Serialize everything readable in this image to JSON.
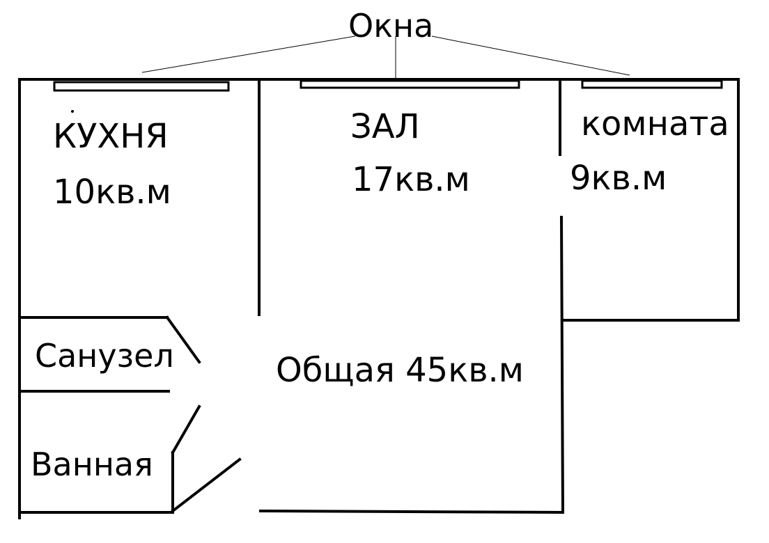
{
  "diagram": {
    "windows_label": "Окна",
    "rooms": {
      "kitchen": {
        "name": "КУХНЯ",
        "area": "10кв.м"
      },
      "hall": {
        "name": "ЗАЛ",
        "area": "17кв.м"
      },
      "room": {
        "name": "комната",
        "area": "9кв.м"
      },
      "wc": {
        "name": "Санузел"
      },
      "bath": {
        "name": "Ванная"
      }
    },
    "total_area": "Общая 45кв.м",
    "line_color": "#000000",
    "background_color": "#ffffff"
  }
}
